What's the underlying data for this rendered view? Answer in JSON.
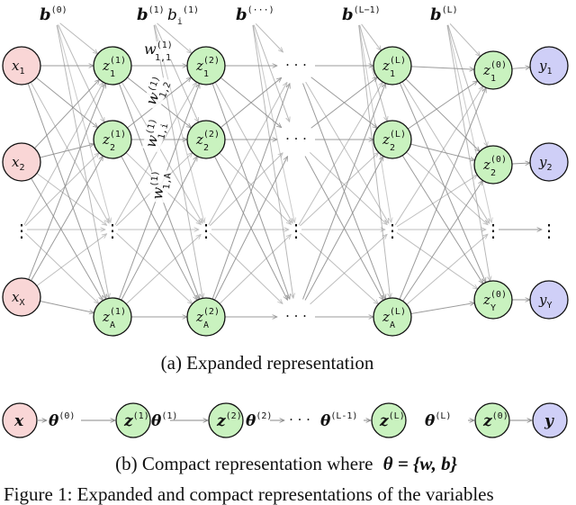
{
  "colors": {
    "input": "#f9d6d6",
    "hidden": "#c9f2bf",
    "output": "#cfcff7",
    "edge": "#8a8a8a",
    "stroke": "#111111"
  },
  "expanded": {
    "bias_labels": [
      "b",
      "b",
      "b",
      "b",
      "b"
    ],
    "bias_sups": [
      "(0)",
      "(1)",
      "(···)",
      "(L−1)",
      "(L)"
    ],
    "bias_extra": "b",
    "bias_extra_sub": "i",
    "bias_extra_sup": "(1)",
    "inputs": [
      {
        "base": "x",
        "sub": "1"
      },
      {
        "base": "x",
        "sub": "2"
      },
      {
        "base": "x",
        "sub": "X"
      }
    ],
    "layer1": [
      {
        "base": "z",
        "sub": "1",
        "sup": "(1)"
      },
      {
        "base": "z",
        "sub": "2",
        "sup": "(1)"
      },
      {
        "base": "z",
        "sub": "A",
        "sup": "(1)"
      }
    ],
    "layer2": [
      {
        "base": "z",
        "sub": "1",
        "sup": "(2)"
      },
      {
        "base": "z",
        "sub": "2",
        "sup": "(2)"
      },
      {
        "base": "z",
        "sub": "A",
        "sup": "(2)"
      }
    ],
    "layerL": [
      {
        "base": "z",
        "sub": "1",
        "sup": "(L)"
      },
      {
        "base": "z",
        "sub": "2",
        "sup": "(L)"
      },
      {
        "base": "z",
        "sub": "A",
        "sup": "(L)"
      }
    ],
    "layerOut": [
      {
        "base": "z",
        "sub": "1",
        "sup": "(0)"
      },
      {
        "base": "z",
        "sub": "2",
        "sup": "(0)"
      },
      {
        "base": "z",
        "sub": "Y",
        "sup": "(0)"
      }
    ],
    "outputs": [
      {
        "base": "y",
        "sub": "1"
      },
      {
        "base": "y",
        "sub": "2"
      },
      {
        "base": "y",
        "sub": "Y"
      }
    ],
    "weights": [
      {
        "base": "w",
        "sub": "1,1",
        "sup": "(1)"
      },
      {
        "base": "w",
        "sub": "1,2",
        "sup": "(1)"
      },
      {
        "base": "w",
        "sub": "1,i",
        "sup": "(1)"
      },
      {
        "base": "w",
        "sub": "1,A",
        "sup": "(1)"
      }
    ],
    "hdots": "· · ·",
    "vdots": "⋮",
    "caption": "(a) Expanded representation"
  },
  "compact": {
    "nodes": [
      {
        "base": "x",
        "sup": ""
      },
      {
        "base": "z",
        "sup": "(1)"
      },
      {
        "base": "z",
        "sup": "(2)"
      },
      {
        "base": "z",
        "sup": "(L)"
      },
      {
        "base": "z",
        "sup": "(0)"
      },
      {
        "base": "y",
        "sup": ""
      }
    ],
    "thetas": [
      "(0)",
      "(1)",
      "(2)",
      "(L-1)",
      "(L)"
    ],
    "theta_base": "θ",
    "dots": "· · ·",
    "caption_prefix": "(b) Compact representation where",
    "caption_math": "θ = {w, b}"
  },
  "figure_caption": "Figure 1: Expanded and compact representations of the variables"
}
